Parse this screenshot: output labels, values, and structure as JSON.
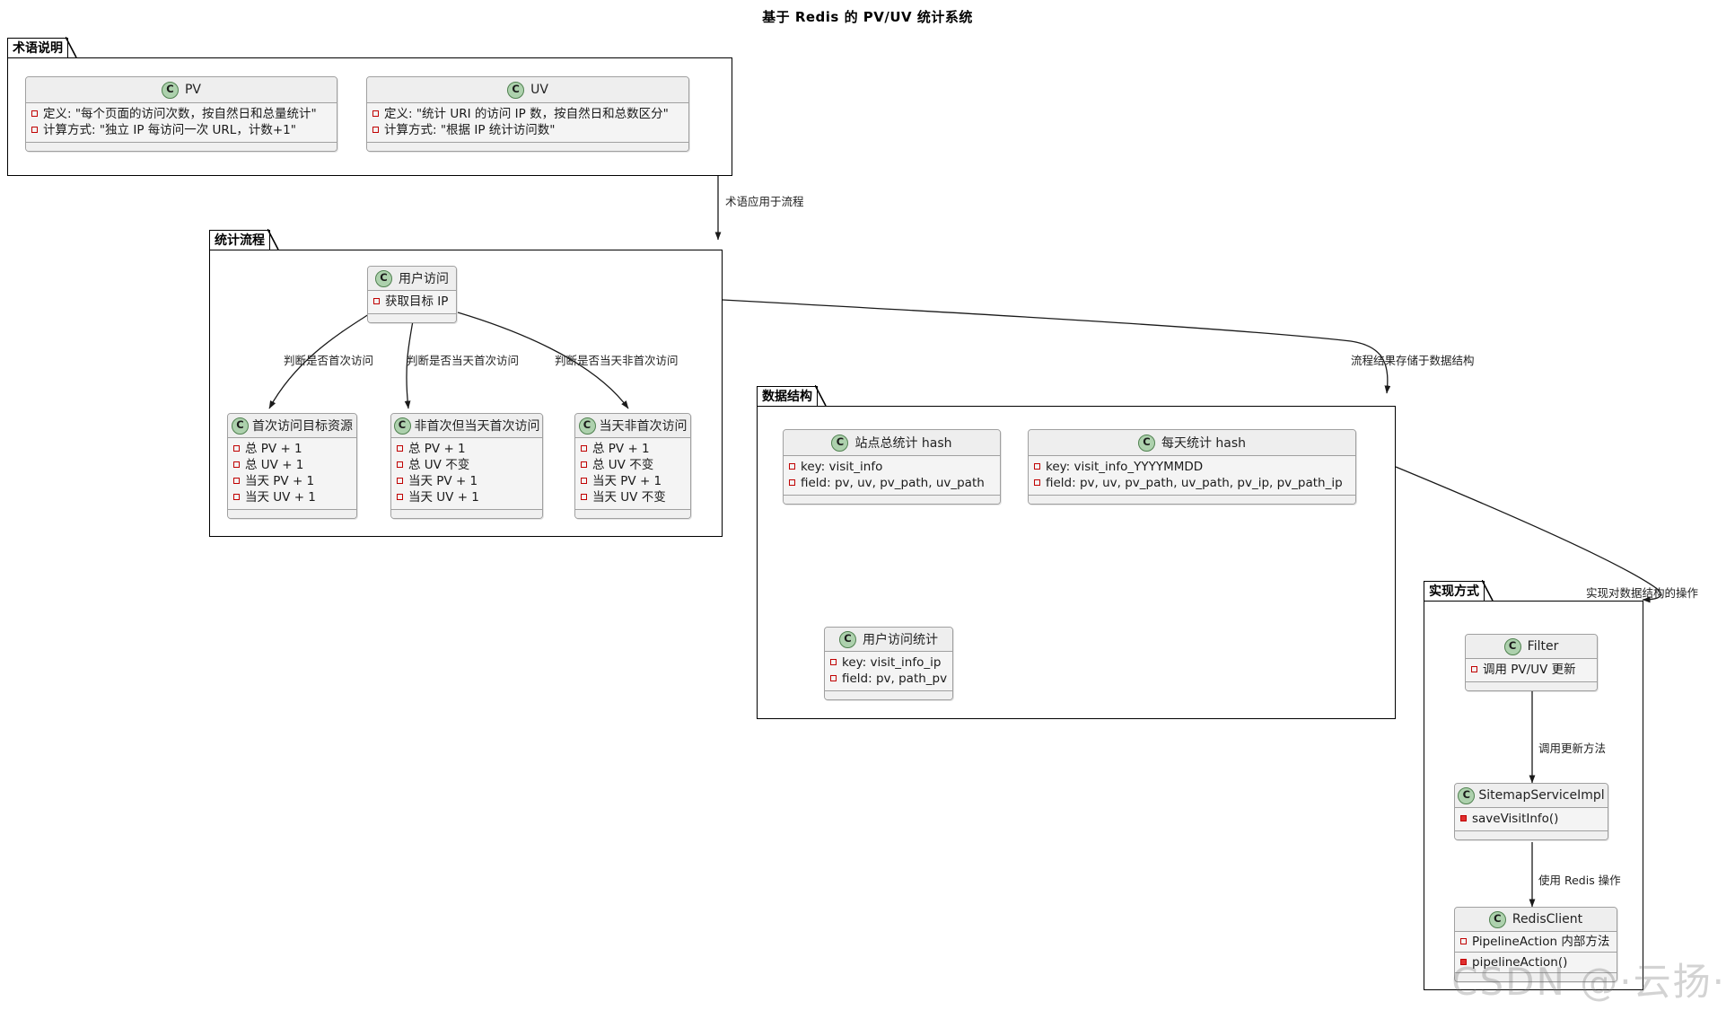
{
  "diagram": {
    "title": "基于 Redis 的 PV/UV 统计系统",
    "watermark": "CSDN @·云扬·"
  },
  "packages": [
    {
      "id": "terms",
      "label": "术语说明"
    },
    {
      "id": "flow",
      "label": "统计流程"
    },
    {
      "id": "datastruct",
      "label": "数据结构"
    },
    {
      "id": "impl",
      "label": "实现方式"
    }
  ],
  "classes": {
    "pv": {
      "name": "PV",
      "icon": "class-circle-icon",
      "members": [
        {
          "kind": "field",
          "text": "定义: \"每个页面的访问次数，按自然日和总量统计\""
        },
        {
          "kind": "field",
          "text": "计算方式: \"独立 IP 每访问一次 URL，计数+1\""
        }
      ]
    },
    "uv": {
      "name": "UV",
      "icon": "class-circle-icon",
      "members": [
        {
          "kind": "field",
          "text": "定义: \"统计 URI 的访问 IP 数，按自然日和总数区分\""
        },
        {
          "kind": "field",
          "text": "计算方式: \"根据 IP 统计访问数\""
        }
      ]
    },
    "user_visit": {
      "name": "用户访问",
      "icon": "class-circle-icon",
      "members": [
        {
          "kind": "field",
          "text": "获取目标 IP"
        }
      ]
    },
    "first_visit": {
      "name": "首次访问目标资源",
      "icon": "class-circle-icon",
      "members": [
        {
          "kind": "field",
          "text": "总 PV + 1"
        },
        {
          "kind": "field",
          "text": "总 UV + 1"
        },
        {
          "kind": "field",
          "text": "当天 PV + 1"
        },
        {
          "kind": "field",
          "text": "当天 UV + 1"
        }
      ]
    },
    "not_first_but_today_first": {
      "name": "非首次但当天首次访问",
      "icon": "class-circle-icon",
      "members": [
        {
          "kind": "field",
          "text": "总 PV + 1"
        },
        {
          "kind": "field",
          "text": "总 UV 不变"
        },
        {
          "kind": "field",
          "text": "当天 PV + 1"
        },
        {
          "kind": "field",
          "text": "当天 UV + 1"
        }
      ]
    },
    "today_not_first": {
      "name": "当天非首次访问",
      "icon": "class-circle-icon",
      "members": [
        {
          "kind": "field",
          "text": "总 PV + 1"
        },
        {
          "kind": "field",
          "text": "总 UV 不变"
        },
        {
          "kind": "field",
          "text": "当天 PV + 1"
        },
        {
          "kind": "field",
          "text": "当天 UV 不变"
        }
      ]
    },
    "site_total_hash": {
      "name": "站点总统计 hash",
      "icon": "class-circle-icon",
      "members": [
        {
          "kind": "field",
          "text": "key: visit_info"
        },
        {
          "kind": "field",
          "text": "field: pv, uv, pv_path, uv_path"
        }
      ]
    },
    "daily_hash": {
      "name": "每天统计 hash",
      "icon": "class-circle-icon",
      "members": [
        {
          "kind": "field",
          "text": "key: visit_info_YYYYMMDD"
        },
        {
          "kind": "field",
          "text": "field: pv, uv, pv_path, uv_path, pv_ip, pv_path_ip"
        }
      ]
    },
    "user_visit_stat": {
      "name": "用户访问统计",
      "icon": "class-circle-icon",
      "members": [
        {
          "kind": "field",
          "text": "key: visit_info_ip"
        },
        {
          "kind": "field",
          "text": "field: pv, path_pv"
        }
      ]
    },
    "filter": {
      "name": "Filter",
      "icon": "class-circle-icon",
      "members": [
        {
          "kind": "field",
          "text": "调用 PV/UV 更新"
        }
      ]
    },
    "sitemap_service_impl": {
      "name": "SitemapServiceImpl",
      "icon": "class-circle-icon",
      "members": [
        {
          "kind": "method",
          "text": "saveVisitInfo()"
        }
      ]
    },
    "redis_client": {
      "name": "RedisClient",
      "icon": "class-circle-icon",
      "members": [
        {
          "kind": "field",
          "text": "PipelineAction 内部方法"
        },
        {
          "kind": "method",
          "text": "pipelineAction()"
        }
      ]
    }
  },
  "edge_labels": {
    "terms_to_flow": "术语应用于流程",
    "flow_to_datastruct": "流程结果存储于数据结构",
    "datastruct_to_impl": "实现对数据结构的操作",
    "branch_first": "判断是否首次访问",
    "branch_today_first": "判断是否当天首次访问",
    "branch_today_not_first": "判断是否当天非首次访问",
    "filter_to_service": "调用更新方法",
    "service_to_redis": "使用 Redis 操作"
  },
  "colors": {
    "class_icon_fill": "#add1ad",
    "class_icon_stroke": "#4f804f",
    "field_marker": "#c00000",
    "method_marker": "#e03030",
    "class_header_bg": "#eeeeee",
    "class_body_bg": "#f4f4f4",
    "frame_stroke": "#000000"
  }
}
